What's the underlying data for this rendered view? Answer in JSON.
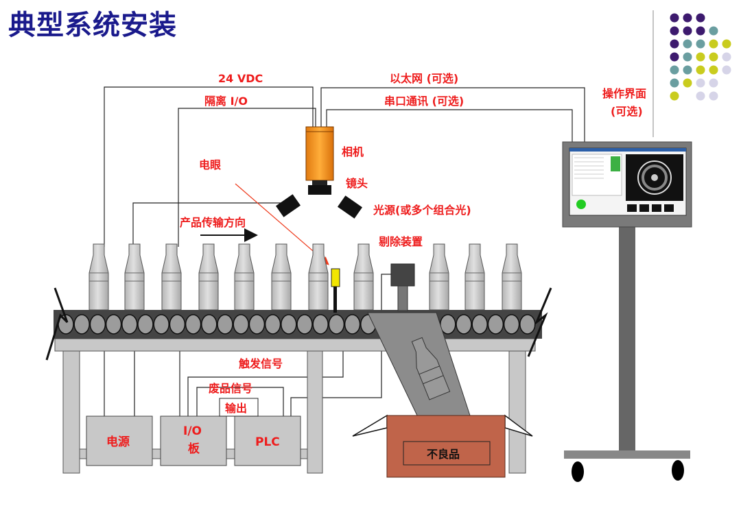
{
  "title": "典型系统安装",
  "labels": {
    "vdc": "24 VDC",
    "isolated_io": "隔离 I/O",
    "ethernet": "以太网 (可选)",
    "serial": "串口通讯 (可选)",
    "hmi_line1": "操作界面",
    "hmi_line2": "(可选)",
    "camera": "相机",
    "lens": "镜头",
    "light": "光源(或多个组合光)",
    "photo_eye": "电眼",
    "direction": "产品传输方向",
    "reject_device": "剔除装置",
    "trigger_signal": "触发信号",
    "reject_signal": "废品信号",
    "output": "输出",
    "power": "电源",
    "io_board_line1": "I/O",
    "io_board_line2": "板",
    "plc": "PLC",
    "defective": "不良品"
  },
  "colors": {
    "title": "#1a1a8c",
    "label_red": "#ee1c1c",
    "camera_orange": "#f7941d",
    "bottle_gray": "#c8c8c8",
    "box_brown": "#c0644a",
    "sensor_yellow": "#f2e600",
    "dot_purple": "#3d1a6e",
    "dot_teal": "#6a9ea0",
    "dot_olive": "#c9cc1e",
    "dot_lavender": "#d6d4e8"
  },
  "dot_grid": [
    [
      "purple",
      "purple",
      "purple",
      "",
      "",
      ""
    ],
    [
      "purple",
      "purple",
      "purple",
      "teal",
      "",
      ""
    ],
    [
      "purple",
      "teal",
      "teal",
      "olive",
      "olive",
      ""
    ],
    [
      "purple",
      "teal",
      "olive",
      "olive",
      "lavender",
      ""
    ],
    [
      "teal",
      "teal",
      "olive",
      "olive",
      "lavender",
      ""
    ],
    [
      "teal",
      "olive",
      "lavender",
      "lavender",
      "",
      ""
    ],
    [
      "olive",
      "",
      "lavender",
      "lavender",
      "",
      ""
    ]
  ]
}
